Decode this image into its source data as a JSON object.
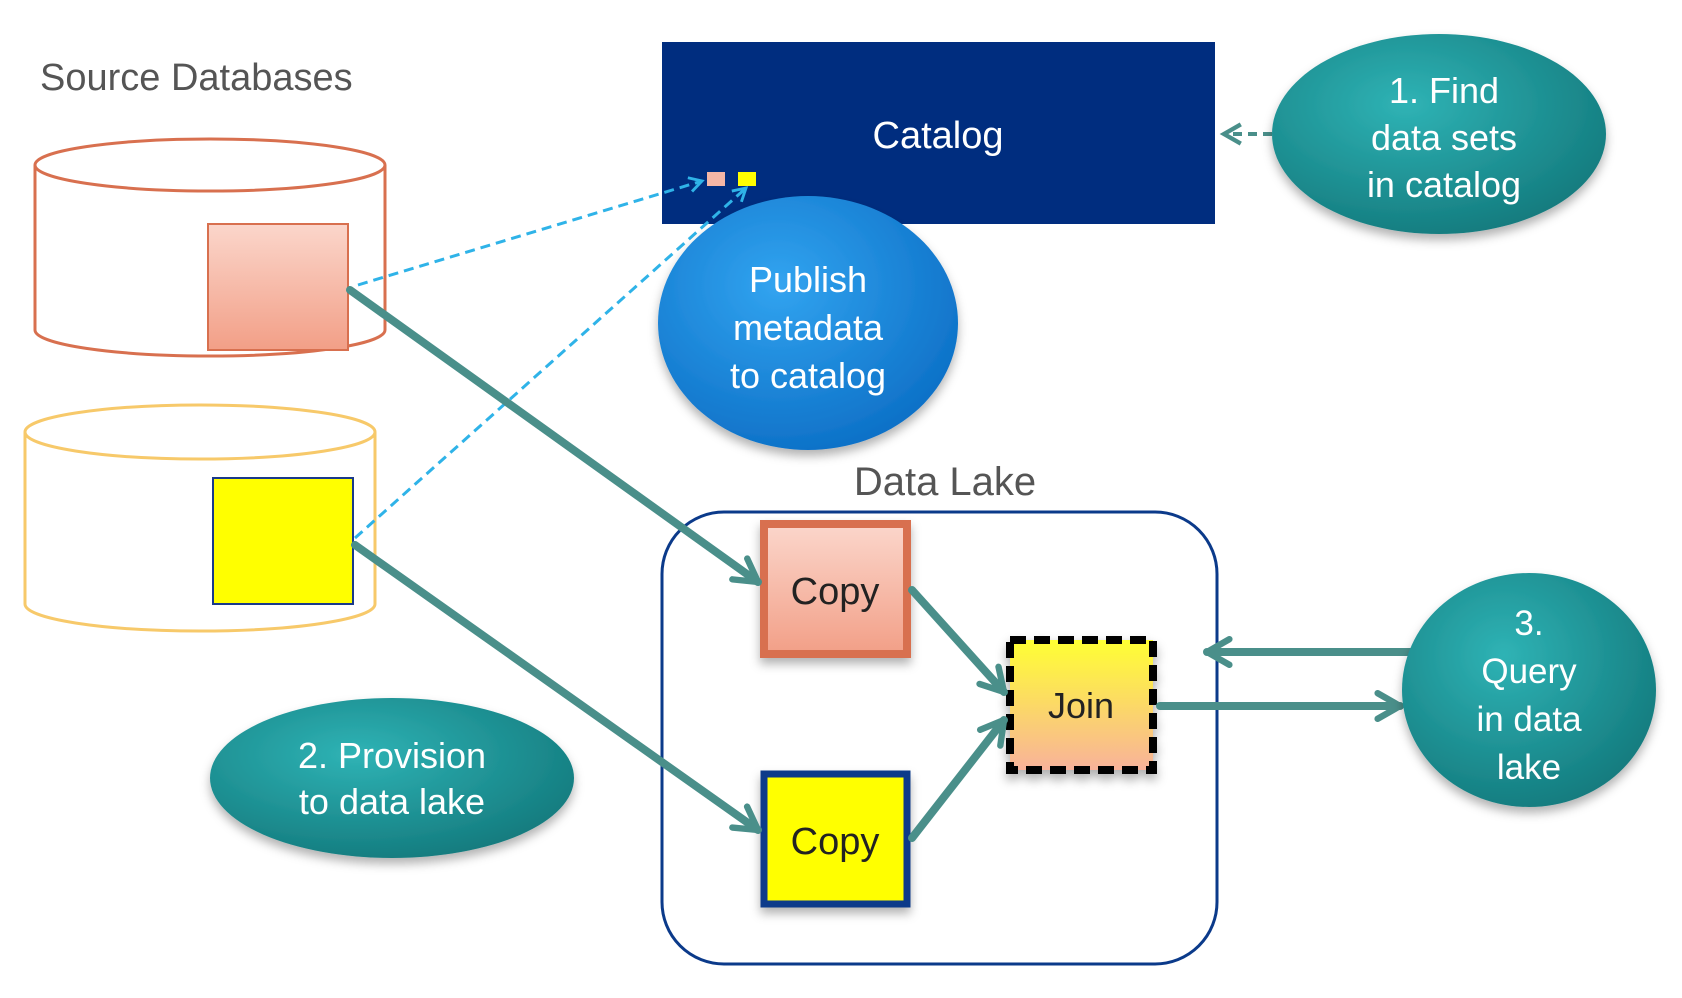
{
  "source_databases": {
    "title": "Source Databases"
  },
  "catalog": {
    "label": "Catalog"
  },
  "publish_bubble": {
    "lines": [
      "Publish",
      "metadata",
      "to catalog"
    ]
  },
  "step1_bubble": {
    "lines": [
      "1. Find",
      "data sets",
      "in catalog"
    ]
  },
  "step2_bubble": {
    "lines": [
      "2. Provision",
      "to data lake"
    ]
  },
  "step3_bubble": {
    "lines": [
      "3.",
      "Query",
      "in data",
      "lake"
    ]
  },
  "data_lake": {
    "title": "Data Lake",
    "copy_top_label": "Copy",
    "copy_bottom_label": "Copy",
    "join_label": "Join"
  },
  "colors": {
    "catalog_bg": "#002d7f",
    "teal": "#1b8f92",
    "arrow_teal": "#4a8f8a",
    "blue_bubble": "#1a86d8",
    "dashed_blue": "#2fb3e8",
    "db_orange": "#d8704f",
    "db_yellow": "#f7c96a",
    "salmon": "#f4b6a6",
    "yellow": "#ffff00",
    "lake_border": "#0b3a8a"
  }
}
